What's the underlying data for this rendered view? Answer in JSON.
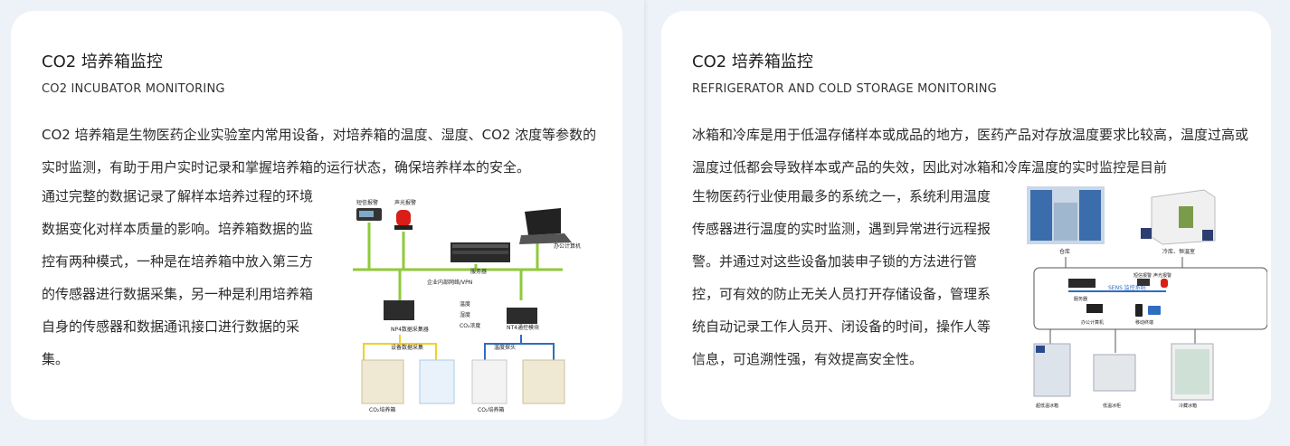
{
  "left": {
    "title": "CO2 培养箱监控",
    "subtitle": "CO2 INCUBATOR MONITORING",
    "para_top": "CO2 培养箱是生物医药企业实验室内常用设备，对培养箱的温度、湿度、CO2 浓度等参数的实时监测，有助于用户实时记录和掌握培养箱的运行状态，确保培养样本的安全。",
    "para_side": "通过完整的数据记录了解样本培养过程的环境数据变化对样本质量的影响。培养箱数据的监控有两种模式，一种是在培养箱中放入第三方的传感器进行数据采集，另一种是利用培养箱自身的传感器和数据通讯接口进行数据的采集。",
    "diagram": {
      "labels": {
        "sms_alarm": "短信报警",
        "sound_alarm": "声光报警",
        "server": "服务器",
        "office_pc": "办公计算机",
        "network": "企业内部网络/VPN",
        "np4": "NP4数据采集器",
        "nt4": "NT4通控模块",
        "temp": "温度",
        "humidity": "湿度",
        "co2_conc": "CO₂浓度",
        "device_collect": "设备数据采集",
        "temp_probe": "温度探头",
        "incubator1": "CO₂培养箱",
        "incubator2": "CO₂培养箱"
      }
    }
  },
  "right": {
    "title": "CO2 培养箱监控",
    "subtitle": "REFRIGERATOR AND COLD STORAGE MONITORING",
    "para_top": "冰箱和冷库是用于低温存储样本或成品的地方，医药产品对存放温度要求比较高，温度过高或温度过低都会导致样本或产品的失效，因此对冰箱和冷库温度的实时监控是目前",
    "para_side": "生物医药行业使用最多的系统之一，系统利用温度传感器进行温度的实时监测，遇到异常进行远程报警。并通过对这些设备加装申子锁的方法进行管控，可有效的防止无关人员打开存储设备，管理系统自动记录工作人员开、闭设备的时间，操作人等信息，可追溯性强，有效提高安全性。",
    "diagram": {
      "labels": {
        "warehouse": "仓库",
        "cold_room": "冷库、恒温室",
        "sms_alarm": "短信报警",
        "sound_alarm": "声光报警",
        "server": "服务器",
        "system": "SENS 监控系统",
        "office_pc": "办公计算机",
        "mobile": "移动终端",
        "ultra_freezer": "超低温冰箱",
        "low_freezer": "低温冰柜",
        "cold_fridge": "冷藏冰箱"
      }
    }
  }
}
